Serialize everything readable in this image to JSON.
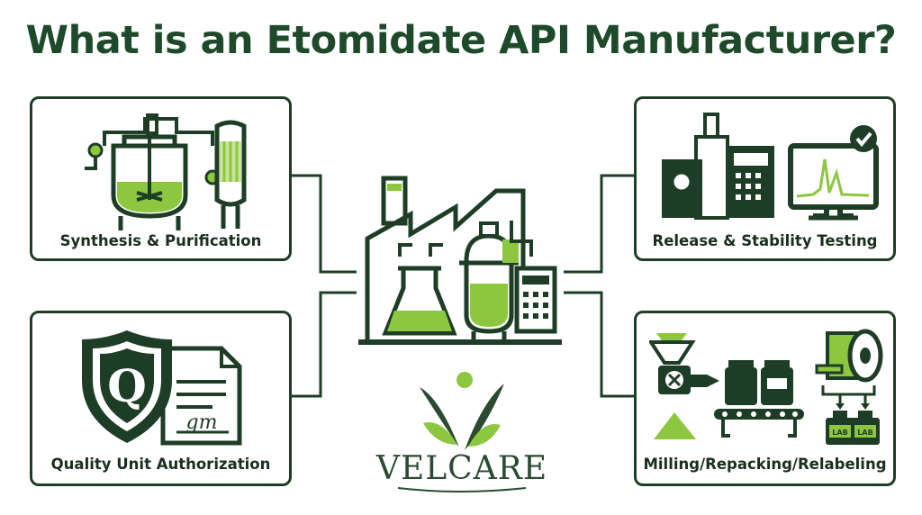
{
  "title": "What is an Etomidate API Manufacturer?",
  "cards": {
    "synthesis": {
      "label": "Synthesis & Purification",
      "icon": "reactor-vessel-icon"
    },
    "quality": {
      "label": "Quality Unit Authorization",
      "icon": "quality-shield-document-icon",
      "shield_letter": "Q",
      "signature": "gm"
    },
    "release": {
      "label": "Release & Stability Testing",
      "icon": "lab-instrument-monitor-icon"
    },
    "milling": {
      "label": "Milling/Repacking/Relabeling",
      "icon": "milling-conveyor-icon",
      "bottle_label": "LAB"
    }
  },
  "center": {
    "icon": "factory-icon"
  },
  "logo": {
    "text": "VELCARE",
    "icon": "leaf-person-icon"
  },
  "colors": {
    "dark_green": "#1e3d26",
    "lime": "#8dc63f",
    "light_lime": "#c7e59a"
  }
}
